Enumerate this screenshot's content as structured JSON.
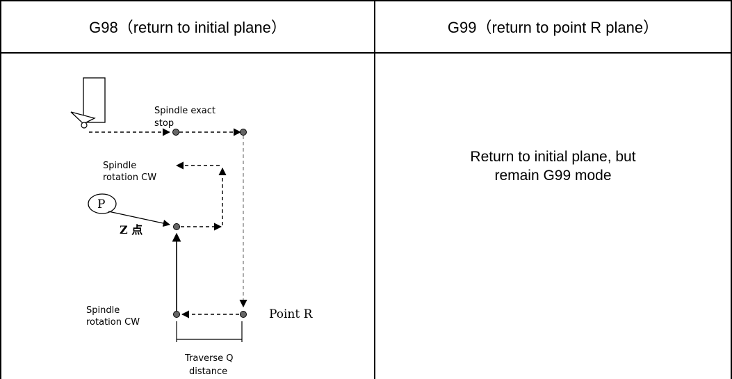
{
  "header": {
    "left_title": "G98（return to initial plane）",
    "right_title": "G99（return to point R plane）"
  },
  "right_cell": {
    "line1": "Return to initial plane, but",
    "line2": "remain G99 mode"
  },
  "diagram": {
    "spindle_exact_stop_line1": "Spindle  exact",
    "spindle_exact_stop_line2": "stop",
    "spindle_rotation_top_line1": "Spindle",
    "spindle_rotation_top_line2": "rotation CW",
    "p_label": "P",
    "z_point_label": "Z 点",
    "spindle_rotation_bottom_line1": "Spindle",
    "spindle_rotation_bottom_line2": "rotation CW",
    "point_r_label": "Point R",
    "traverse_line1": "Traverse  Q",
    "traverse_line2": "distance"
  }
}
